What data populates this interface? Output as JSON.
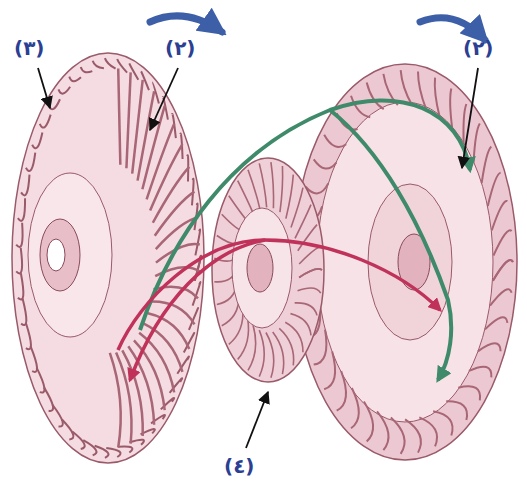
{
  "diagram": {
    "labels": [
      "(٣)",
      "(٢)",
      "(٢)",
      "(٤)"
    ]
  }
}
